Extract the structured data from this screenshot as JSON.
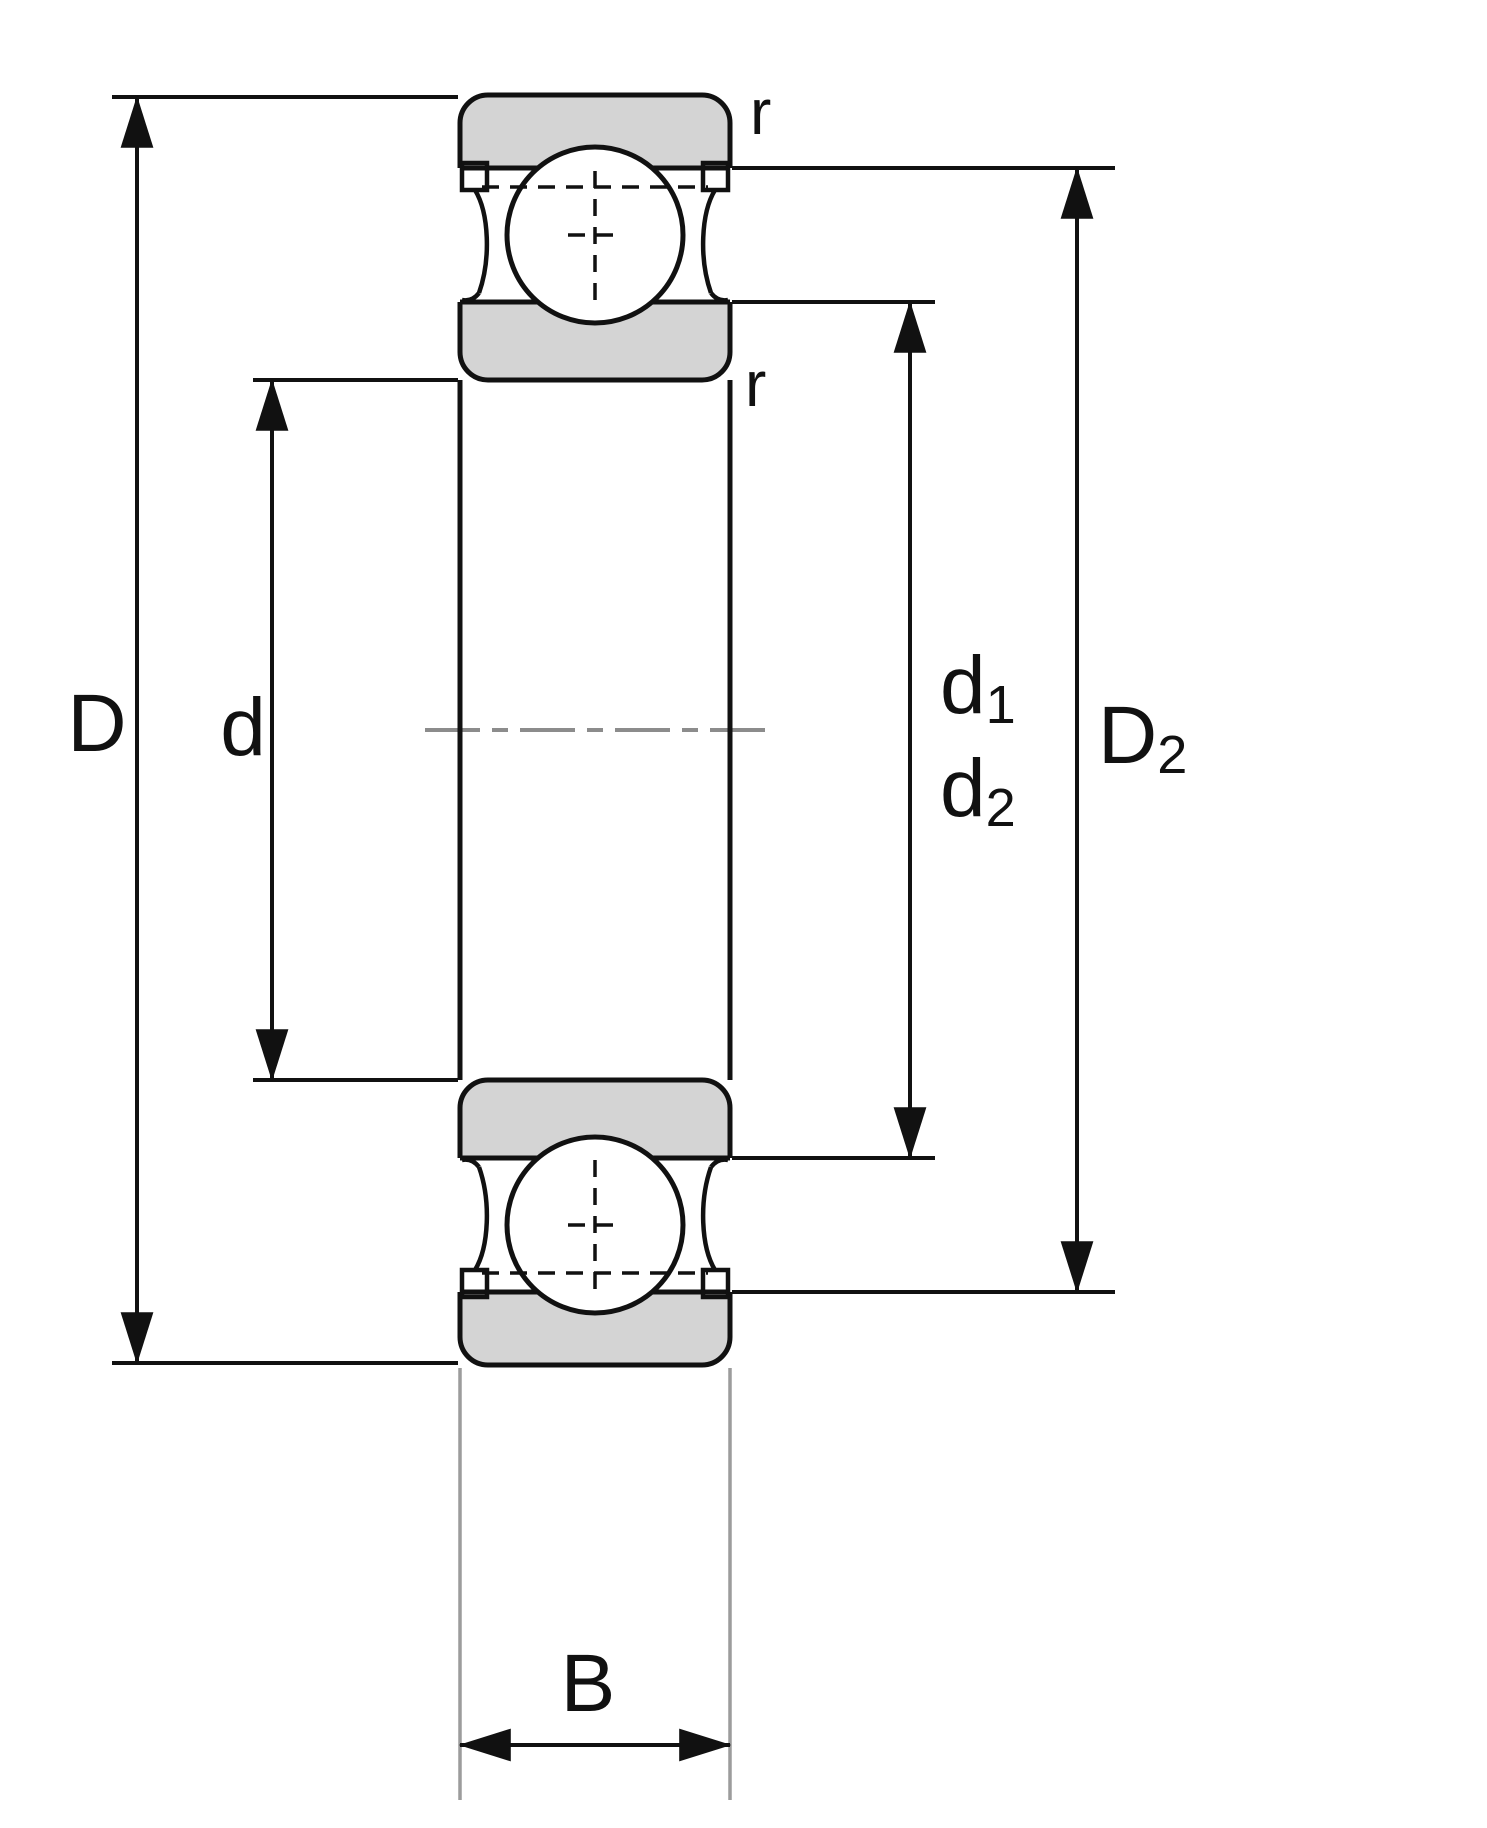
{
  "diagram": {
    "type": "technical-drawing",
    "subject": "deep-groove-ball-bearing-cross-section-with-shields",
    "labels": {
      "D": "D",
      "d": "d",
      "d1": {
        "base": "d",
        "sub": "1"
      },
      "d2": {
        "base": "d",
        "sub": "2"
      },
      "D2": {
        "base": "D",
        "sub": "2"
      },
      "B": "B",
      "r_top": "r",
      "r_bottom": "r"
    },
    "colors": {
      "line": "#111111",
      "ring_fill": "#d4d4d4",
      "centerline": "#8c8c8c",
      "aux_line": "#9c9c9c"
    }
  }
}
